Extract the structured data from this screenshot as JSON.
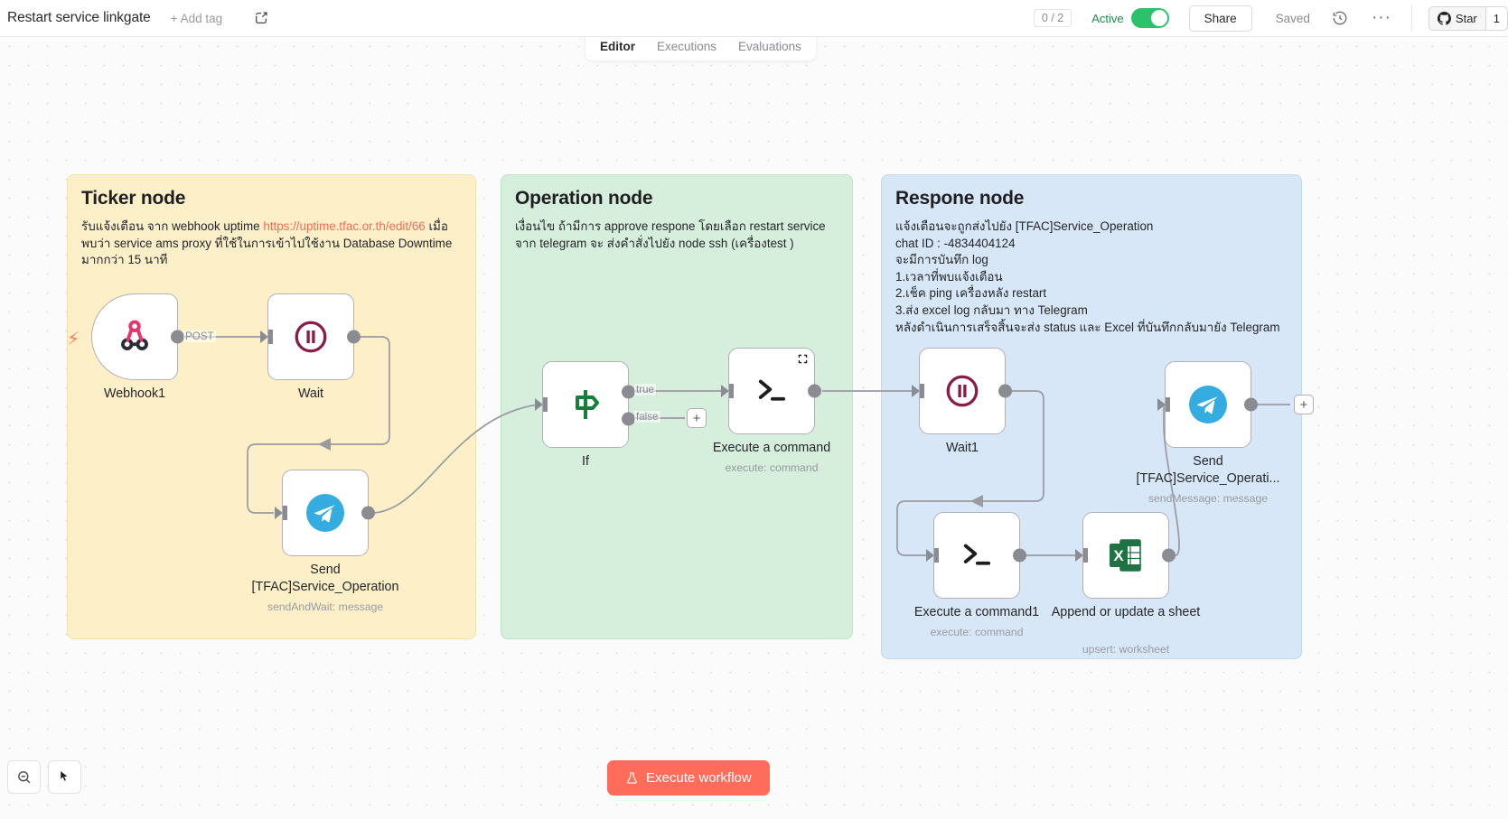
{
  "header": {
    "workflow_title": "Restart service linkgate",
    "add_tag_label": "+ Add tag",
    "edit_icon": "edit-square-icon",
    "execution_count": "0 / 2",
    "active_label": "Active",
    "active_toggle_on": true,
    "share_label": "Share",
    "saved_label": "Saved",
    "history_icon": "history-clock-icon",
    "more_icon": "more-horizontal-icon",
    "github_star_label": "Star",
    "github_star_count": "1",
    "github_icon": "github-icon"
  },
  "tabs": [
    {
      "label": "Editor",
      "active": true
    },
    {
      "label": "Executions",
      "active": false
    },
    {
      "label": "Evaluations",
      "active": false
    }
  ],
  "sticky_notes": [
    {
      "id": "ticker",
      "title": "Ticker node",
      "body_pre": "รับแจ้งเตือน จาก webhook uptime ",
      "link": "https://uptime.tfac.or.th/edit/66",
      "body_post": " เมื่อพบว่า service ams proxy ที่ใช้ในการเข้าไปใช้งาน Database Downtime มากกว่า 15 นาที",
      "color": "#fdf0c8"
    },
    {
      "id": "operation",
      "title": "Operation node",
      "body": "เงื่อนไข ถ้ามีการ approve respone โดยเลือก restart service จาก telegram จะ ส่งคำสั่งไปยัง node ssh (เครื่องtest )",
      "color": "#d5efdc"
    },
    {
      "id": "respone",
      "title": "Respone node",
      "body": "แจ้งเตือนจะถูกส่งไปยัง [TFAC]Service_Operation\nchat ID : -4834404124\nจะมีการบันทึก log\n1.เวลาที่พบแจ้งเตือน\n2.เช็ค ping เครื่องหลัง restart\n3.ส่ง excel log กลับมา ทาง Telegram\nหลังดำเนินการเสร็จสิ้นจะส่ง status และ Excel ที่บันทึกกลับมายัง Telegram",
      "color": "#d7e7f7"
    }
  ],
  "nodes": [
    {
      "id": "webhook1",
      "label": "Webhook1",
      "subtitle": "",
      "icon": "webhook-icon"
    },
    {
      "id": "wait",
      "label": "Wait",
      "subtitle": "",
      "icon": "pause-circle-icon"
    },
    {
      "id": "send_tg_1",
      "label": "Send [TFAC]Service_Operation",
      "subtitle": "sendAndWait: message",
      "icon": "telegram-icon"
    },
    {
      "id": "if",
      "label": "If",
      "subtitle": "",
      "icon": "signpost-icon"
    },
    {
      "id": "exec_cmd",
      "label": "Execute a command",
      "subtitle": "execute: command",
      "icon": "terminal-icon"
    },
    {
      "id": "wait1",
      "label": "Wait1",
      "subtitle": "",
      "icon": "pause-circle-icon"
    },
    {
      "id": "exec_cmd1",
      "label": "Execute a command1",
      "subtitle": "execute: command",
      "icon": "terminal-icon"
    },
    {
      "id": "sheet",
      "label": "Append or update a sheet",
      "subtitle": "upsert: worksheet",
      "icon": "excel-icon"
    },
    {
      "id": "send_tg_2",
      "label": "Send [TFAC]Service_Operati...",
      "subtitle": "sendMessage: message",
      "icon": "telegram-icon"
    }
  ],
  "connection_labels": {
    "post": "POST",
    "true": "true",
    "false": "false"
  },
  "footer": {
    "execute_label": "Execute workflow",
    "execute_icon": "flask-icon",
    "zoom_out_icon": "zoom-out-icon",
    "tidy_icon": "tidy-up-icon",
    "accent_color": "#ff6d5a"
  }
}
